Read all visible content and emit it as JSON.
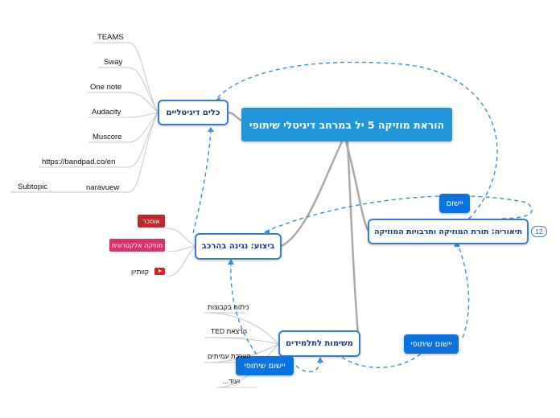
{
  "central": {
    "label": "הוראת מוזיקה 5 יל במרחב דיגיטלי שיתופי"
  },
  "branches": {
    "tools": {
      "label": "כלים דיגיטליים"
    },
    "theory": {
      "label": "תיאוריה: תורת המוזיקה ותרבויות המוזיקה",
      "badge": "12"
    },
    "performance": {
      "label": "ביצוע: נגינה בהרכב"
    },
    "tasks": {
      "label": "משימות לתלמידים"
    }
  },
  "tool_items": [
    "TEAMS",
    "Sway",
    "One note",
    "Audacity",
    "Muscore",
    "https://bandpad.co/en",
    "naravuew"
  ],
  "subtopic": "Subtopic",
  "performance_items": [
    "אוסכר",
    "מוזיקה אלקטרונית",
    "קוותיון"
  ],
  "task_items": [
    "ניתוח בקבוצות",
    "הרצאת TED",
    "הערכת עמיתים",
    "ועוד..."
  ],
  "relations": {
    "apply": "יישום",
    "collab_right": "יישום שיתופי",
    "collab_left": "יישום שיתופי"
  },
  "colors": {
    "central": "#2196d9",
    "main_border": "#3a7bd5",
    "relation_fill": "#0a73e0",
    "dashed_line": "#3a8fd8",
    "tag_red": "#c0282e",
    "tag_pink": "#d6336c"
  },
  "icons": [
    "youtube-icon"
  ]
}
